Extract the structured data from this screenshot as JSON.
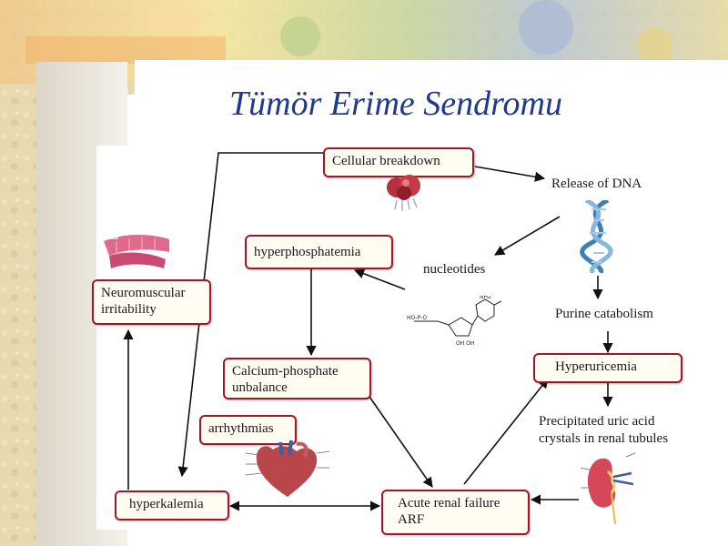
{
  "slide": {
    "title": "Tümör Erime Sendromu"
  },
  "nodes": {
    "cellular_breakdown": "Cellular breakdown",
    "release_dna": "Release of DNA",
    "hyperphosphatemia": "hyperphosphatemia",
    "nucleotides": "nucleotides",
    "neuromuscular_line1": "Neuromuscular",
    "neuromuscular_line2": "irritability",
    "purine_catabolism": "Purine catabolism",
    "calcium_line1": "Calcium-phosphate",
    "calcium_line2": "unbalance",
    "hyperuricemia": "Hyperuricemia",
    "arrhythmias": "arrhythmias",
    "precip_line1": "Precipitated uric acid",
    "precip_line2": "crystals in renal tubules",
    "hyperkalemia": "hyperkalemia",
    "arf_line1": "Acute renal failure",
    "arf_line2": "ARF"
  },
  "colors": {
    "title": "#1f3a8a",
    "box_border": "#a01828",
    "box_fill": "#fffdf2",
    "arrow": "#111111",
    "parchment": "#e9dcb8"
  },
  "icons": [
    "cell-illustration-icon",
    "dna-helix-icon",
    "muscle-fiber-icon",
    "nucleotide-structure-icon",
    "heart-anatomy-icon",
    "kidney-anatomy-icon"
  ]
}
